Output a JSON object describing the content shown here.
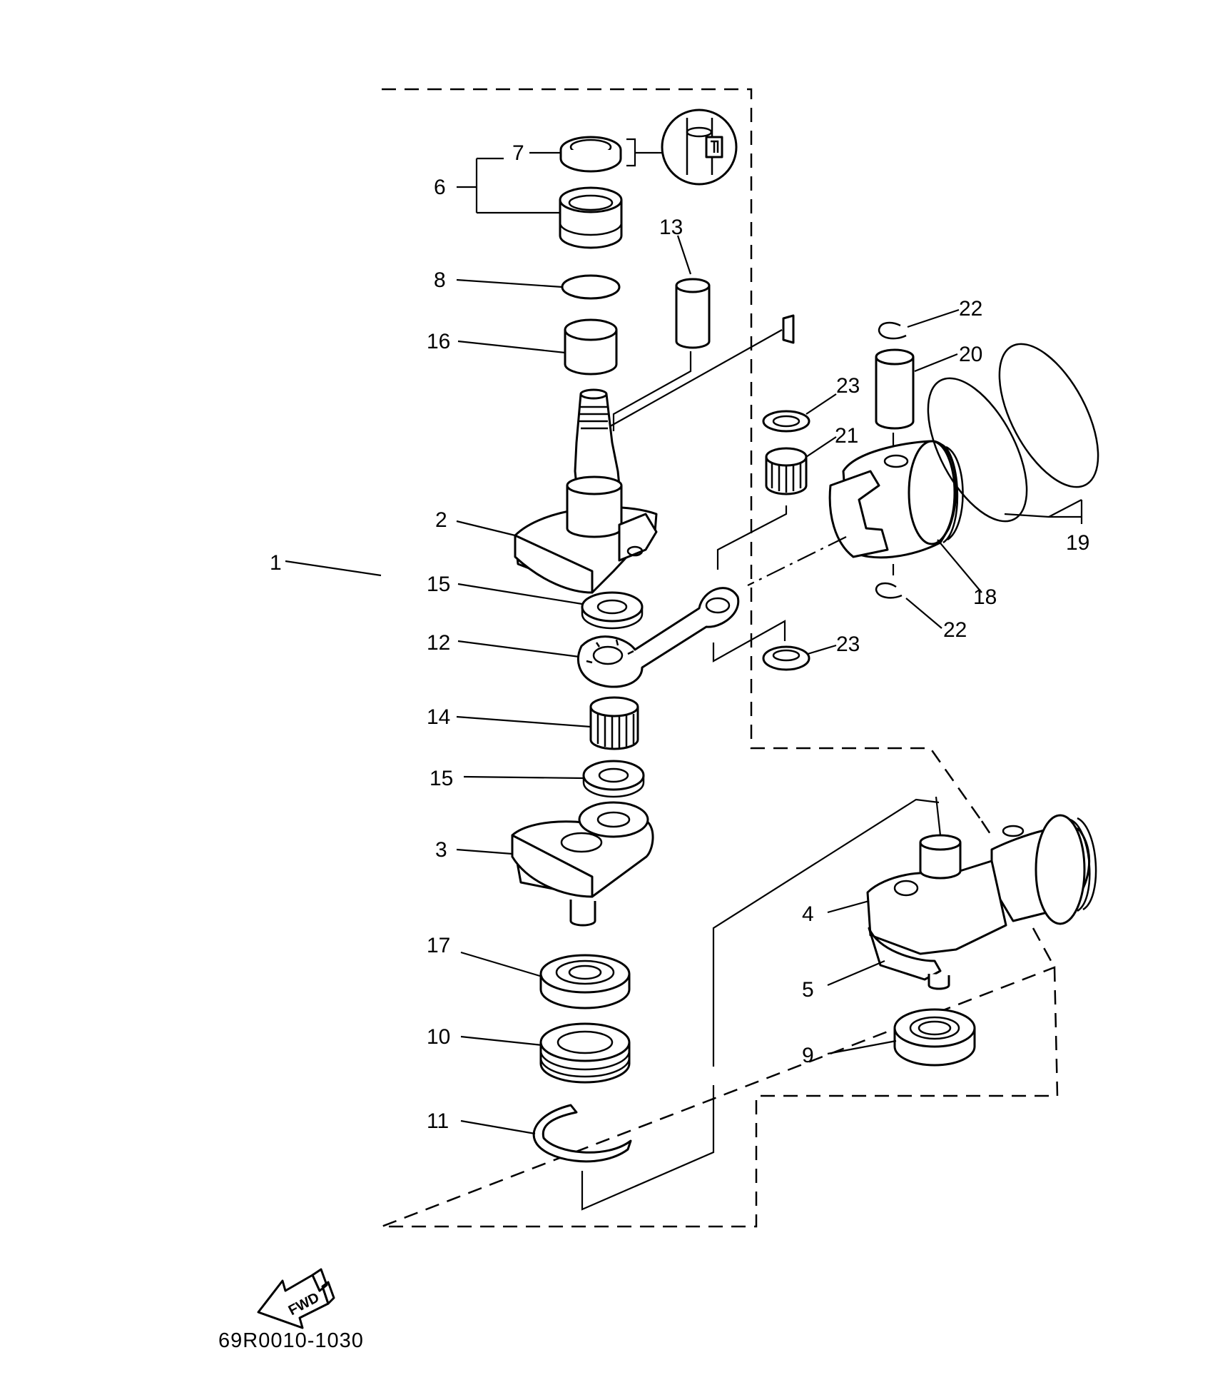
{
  "diagram": {
    "callouts": [
      "1",
      "2",
      "3",
      "4",
      "5",
      "6",
      "7",
      "8",
      "9",
      "10",
      "11",
      "12",
      "13",
      "14",
      "15",
      "15",
      "16",
      "17",
      "18",
      "19",
      "20",
      "21",
      "22",
      "22",
      "23",
      "23"
    ],
    "fwd_label": "FWD",
    "code": "69R0010-1030"
  }
}
